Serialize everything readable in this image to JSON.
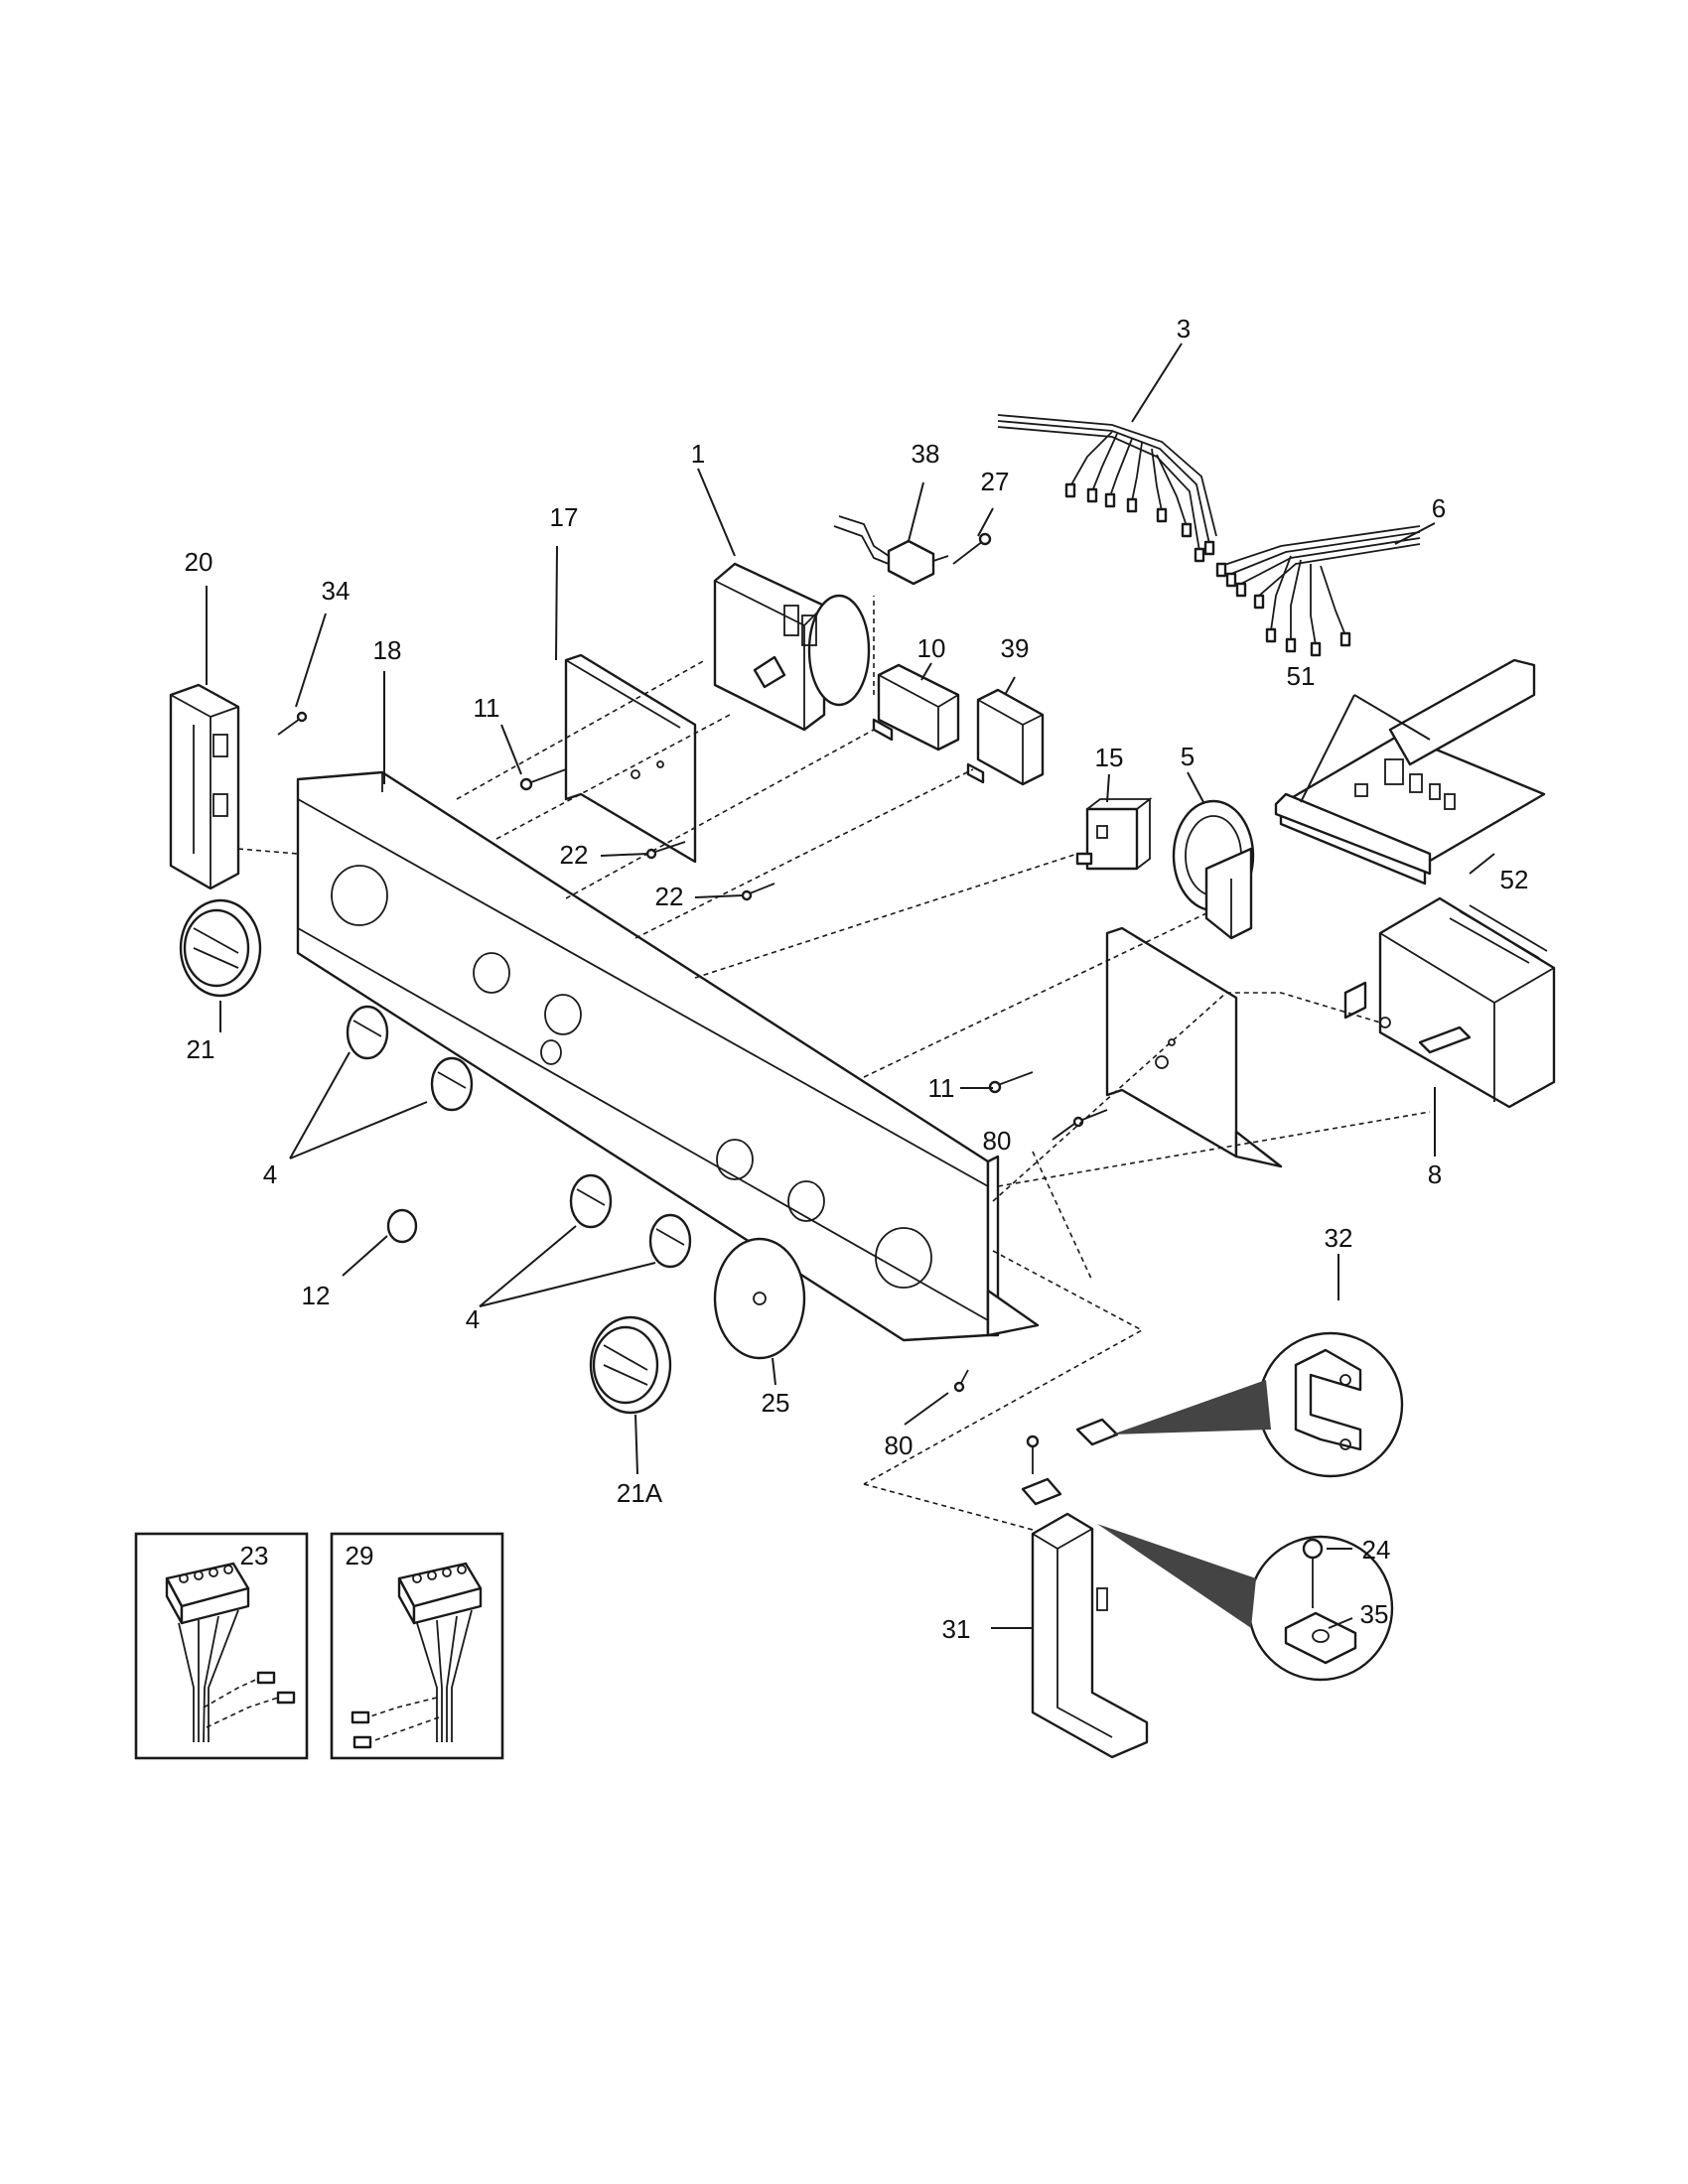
{
  "callouts": [
    {
      "id": "c1",
      "label": "1"
    },
    {
      "id": "c3",
      "label": "3"
    },
    {
      "id": "c4a",
      "label": "4"
    },
    {
      "id": "c4b",
      "label": "4"
    },
    {
      "id": "c5",
      "label": "5"
    },
    {
      "id": "c6",
      "label": "6"
    },
    {
      "id": "c8",
      "label": "8"
    },
    {
      "id": "c10",
      "label": "10"
    },
    {
      "id": "c11a",
      "label": "11"
    },
    {
      "id": "c11b",
      "label": "11"
    },
    {
      "id": "c12",
      "label": "12"
    },
    {
      "id": "c15",
      "label": "15"
    },
    {
      "id": "c17",
      "label": "17"
    },
    {
      "id": "c18",
      "label": "18"
    },
    {
      "id": "c20",
      "label": "20"
    },
    {
      "id": "c21",
      "label": "21"
    },
    {
      "id": "c21a",
      "label": "21A"
    },
    {
      "id": "c22a",
      "label": "22"
    },
    {
      "id": "c22b",
      "label": "22"
    },
    {
      "id": "c23",
      "label": "23"
    },
    {
      "id": "c24",
      "label": "24"
    },
    {
      "id": "c25",
      "label": "25"
    },
    {
      "id": "c27",
      "label": "27"
    },
    {
      "id": "c29",
      "label": "29"
    },
    {
      "id": "c31",
      "label": "31"
    },
    {
      "id": "c32",
      "label": "32"
    },
    {
      "id": "c34",
      "label": "34"
    },
    {
      "id": "c35",
      "label": "35"
    },
    {
      "id": "c38",
      "label": "38"
    },
    {
      "id": "c39",
      "label": "39"
    },
    {
      "id": "c51",
      "label": "51"
    },
    {
      "id": "c52",
      "label": "52"
    },
    {
      "id": "c80a",
      "label": "80"
    },
    {
      "id": "c80b",
      "label": "80"
    }
  ],
  "colors": {
    "line": "#1a1a1a",
    "background": "#ffffff",
    "text": "#111111"
  }
}
